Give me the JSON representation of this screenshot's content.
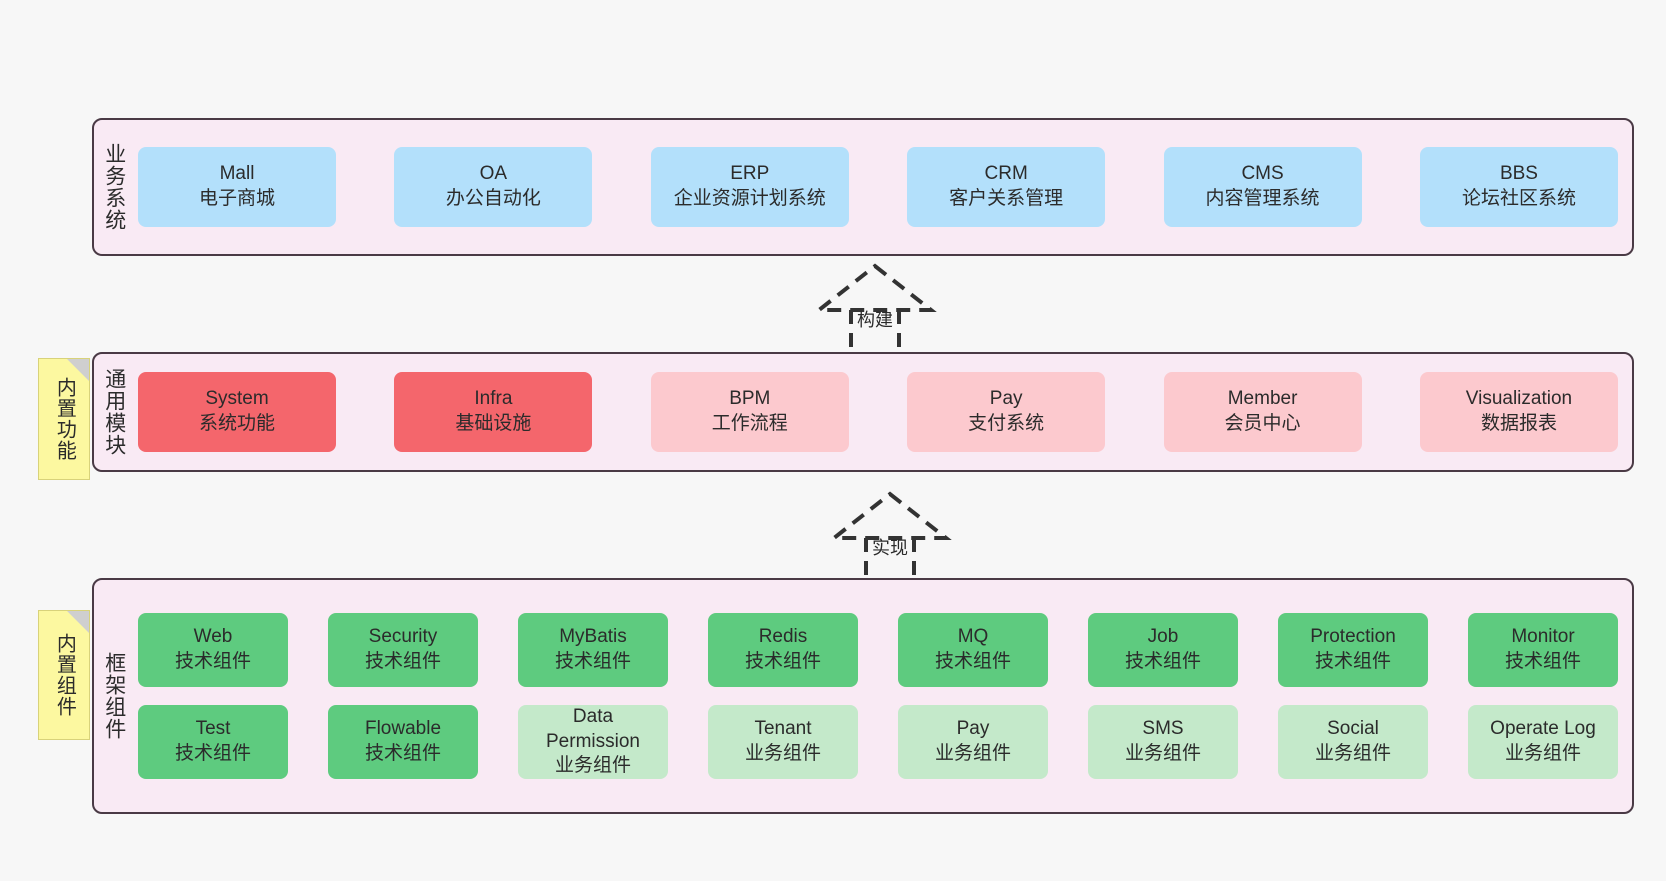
{
  "colors": {
    "canvas": "#f7f7f7",
    "layer_bg": "#f9eaf4",
    "layer_border": "#4a3a45",
    "note_bg": "#fcf8a0",
    "business": "#b3e0fb",
    "module_core": "#f4666c",
    "module_opt": "#fcc9ce",
    "tech_component": "#5ecb7f",
    "biz_component": "#c4e9ca"
  },
  "layers": [
    {
      "id": "business-system",
      "label": "业务系统",
      "rows": [
        {
          "cards": [
            {
              "name": "Mall",
              "desc": "电子商城",
              "style": "blue"
            },
            {
              "name": "OA",
              "desc": "办公自动化",
              "style": "blue"
            },
            {
              "name": "ERP",
              "desc": "企业资源计划系统",
              "style": "blue"
            },
            {
              "name": "CRM",
              "desc": "客户关系管理",
              "style": "blue"
            },
            {
              "name": "CMS",
              "desc": "内容管理系统",
              "style": "blue"
            },
            {
              "name": "BBS",
              "desc": "论坛社区系统",
              "style": "blue"
            }
          ]
        }
      ]
    },
    {
      "id": "general-module",
      "label": "通用模块",
      "note": "内置功能",
      "rows": [
        {
          "cards": [
            {
              "name": "System",
              "desc": "系统功能",
              "style": "red"
            },
            {
              "name": "Infra",
              "desc": "基础设施",
              "style": "red"
            },
            {
              "name": "BPM",
              "desc": "工作流程",
              "style": "pink"
            },
            {
              "name": "Pay",
              "desc": "支付系统",
              "style": "pink"
            },
            {
              "name": "Member",
              "desc": "会员中心",
              "style": "pink"
            },
            {
              "name": "Visualization",
              "desc": "数据报表",
              "style": "pink"
            }
          ]
        }
      ]
    },
    {
      "id": "framework-component",
      "label": "框架组件",
      "note": "内置组件",
      "rows": [
        {
          "cards": [
            {
              "name": "Web",
              "desc": "技术组件",
              "style": "green"
            },
            {
              "name": "Security",
              "desc": "技术组件",
              "style": "green"
            },
            {
              "name": "MyBatis",
              "desc": "技术组件",
              "style": "green"
            },
            {
              "name": "Redis",
              "desc": "技术组件",
              "style": "green"
            },
            {
              "name": "MQ",
              "desc": "技术组件",
              "style": "green"
            },
            {
              "name": "Job",
              "desc": "技术组件",
              "style": "green"
            },
            {
              "name": "Protection",
              "desc": "技术组件",
              "style": "green"
            },
            {
              "name": "Monitor",
              "desc": "技术组件",
              "style": "green"
            }
          ]
        },
        {
          "cards": [
            {
              "name": "Test",
              "desc": "技术组件",
              "style": "green"
            },
            {
              "name": "Flowable",
              "desc": "技术组件",
              "style": "green"
            },
            {
              "name": "Data Permission",
              "desc": "业务组件",
              "style": "lgreen"
            },
            {
              "name": "Tenant",
              "desc": "业务组件",
              "style": "lgreen"
            },
            {
              "name": "Pay",
              "desc": "业务组件",
              "style": "lgreen"
            },
            {
              "name": "SMS",
              "desc": "业务组件",
              "style": "lgreen"
            },
            {
              "name": "Social",
              "desc": "业务组件",
              "style": "lgreen"
            },
            {
              "name": "Operate Log",
              "desc": "业务组件",
              "style": "lgreen"
            }
          ]
        }
      ]
    }
  ],
  "arrows": [
    {
      "id": "arrow-build",
      "label": "构建"
    },
    {
      "id": "arrow-implement",
      "label": "实现"
    }
  ]
}
